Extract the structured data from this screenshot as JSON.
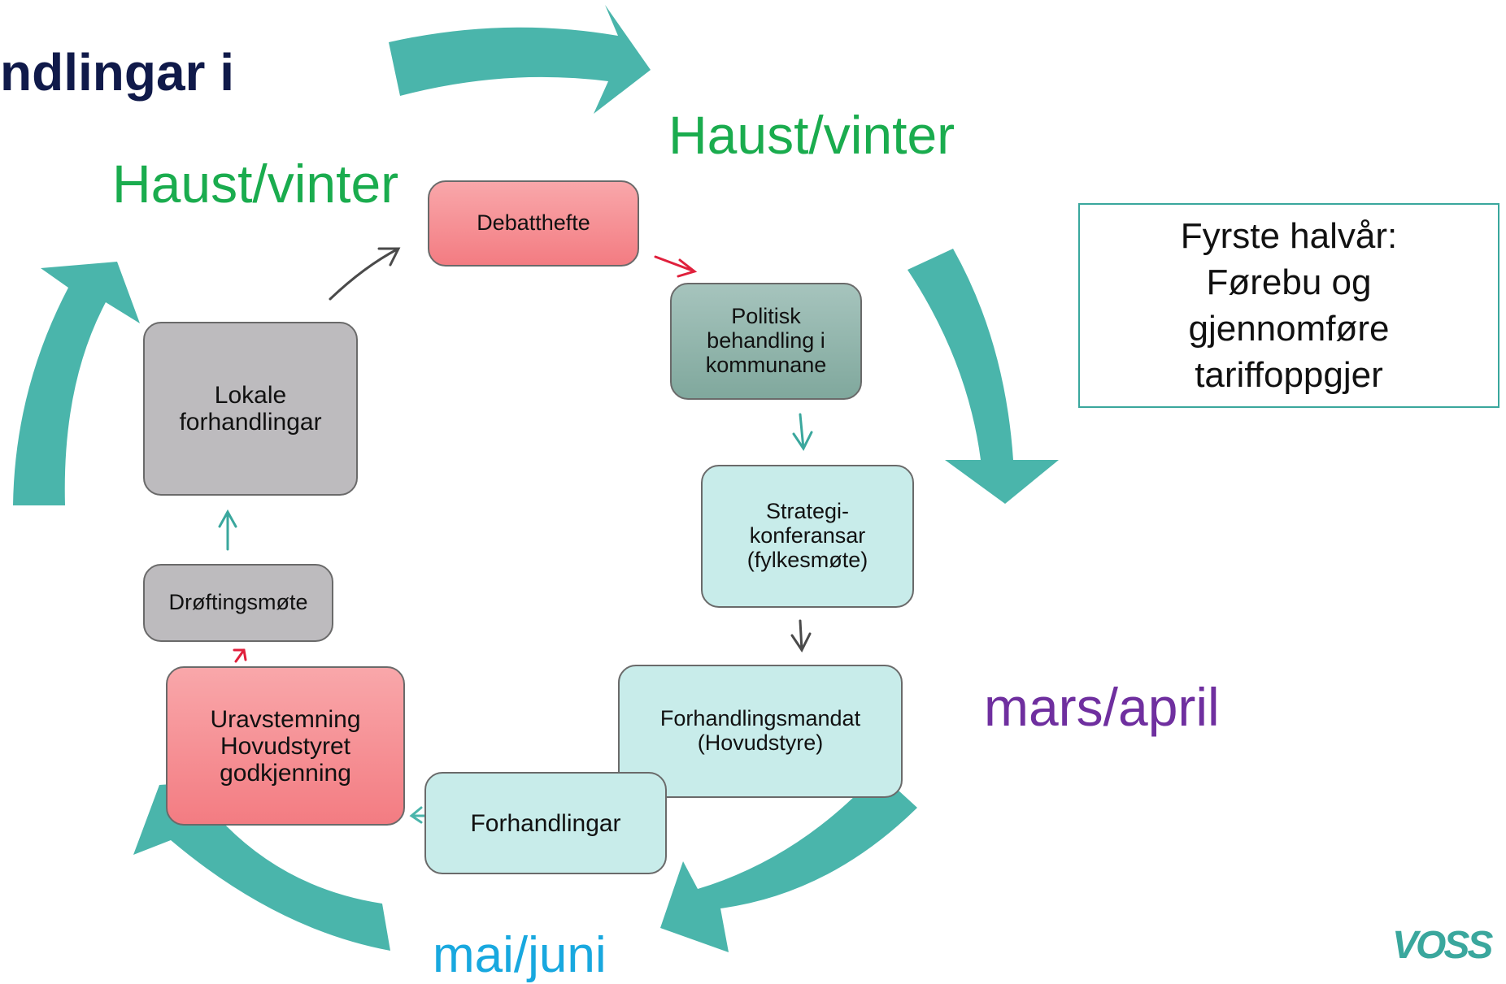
{
  "title": "ndlingar i",
  "seasons": {
    "haust_vinter_left": "Haust/vinter",
    "haust_vinter_right": "Haust/vinter",
    "mars_april": "mars/april",
    "mai_juni": "mai/juni"
  },
  "boxes": {
    "debatthefte": "Debatthefte",
    "politisk": "Politisk behandling i kommunane",
    "strategi": "Strategi-konferansar (fylkesmøte)",
    "mandat": "Forhandlingsmandat (Hovudstyre)",
    "forhandlingar": "Forhandlingar",
    "uravstemning": "Uravstemning Hovudstyret godkjenning",
    "drofting": "Drøftingsmøte",
    "lokale": "Lokale forhandlingar"
  },
  "note": "Fyrste halvår:\nFørebu og\ngjennomføre\ntariffoppgjer",
  "logo": "VOSS",
  "colors": {
    "arrow_teal": "#4ab5ab",
    "season_green": "#1aac4e",
    "season_purple": "#6f2f9f",
    "season_blue": "#18a8df",
    "box_red": "#f58a8f",
    "box_grey": "#bdbbbe",
    "box_dark_teal": "#8fb3aa",
    "box_light_teal": "#c8ecea",
    "connector_red": "#e0203c"
  }
}
